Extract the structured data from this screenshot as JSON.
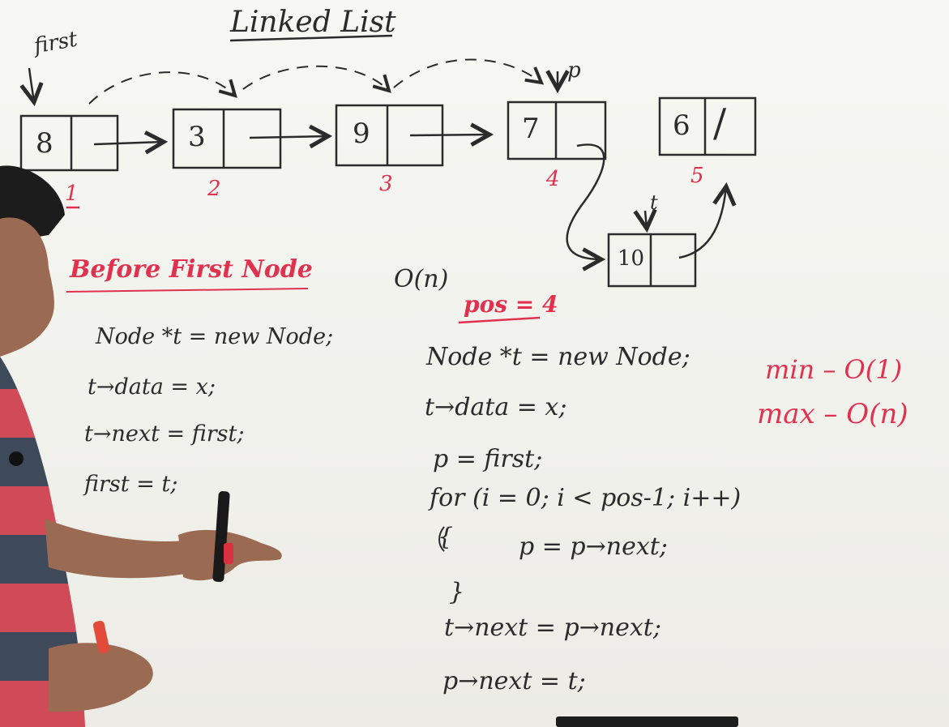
{
  "title": "Linked List",
  "first_label": "first",
  "nodes": [
    {
      "value": "8",
      "index": "1"
    },
    {
      "value": "3",
      "index": "2"
    },
    {
      "value": "9",
      "index": "3"
    },
    {
      "value": "7",
      "index": "4"
    },
    {
      "value": "6",
      "index": "5"
    }
  ],
  "null_mark": "/",
  "pointer_p": "p",
  "new_node": {
    "value": "10",
    "pointer": "t"
  },
  "left_section": {
    "heading": "Before First Node",
    "lines": [
      "Node *t = new Node;",
      "t→data = x;",
      "t→next = first;",
      "first = t;"
    ]
  },
  "complexity": "O(n)",
  "pos_label": "pos = 4",
  "right_section": {
    "lines": [
      "Node *t = new Node;",
      "t→data = x;",
      "p = first;",
      "for (i = 0; i < pos-1; i++)",
      "{",
      "p = p→next;",
      "}",
      "t→next = p→next;",
      "p→next = t;"
    ]
  },
  "min_label": "min – O(1)",
  "max_label": "max – O(n)",
  "colors": {
    "ink": "#2b2b2b",
    "red_marker": "#e0314f",
    "board": "#f2f2ee"
  }
}
